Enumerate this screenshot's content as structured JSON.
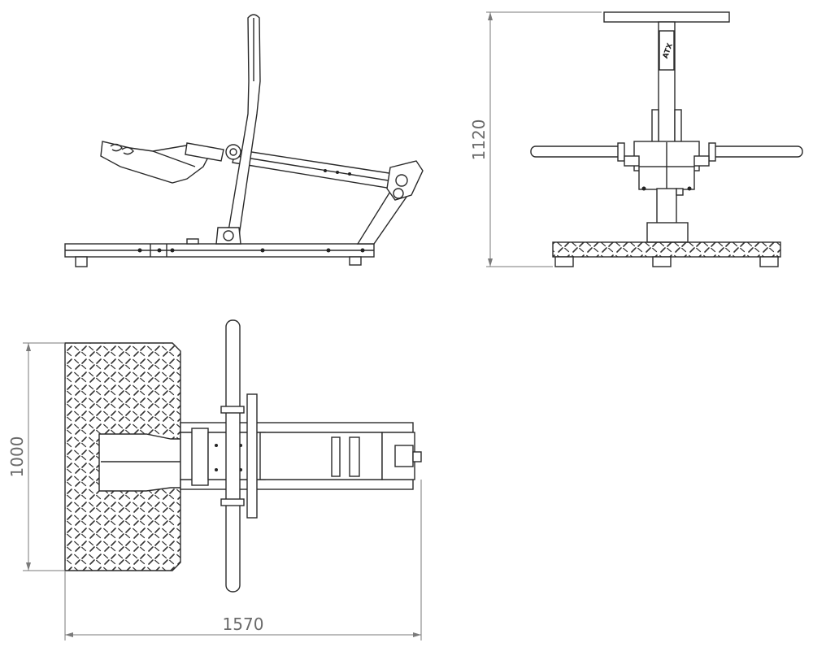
{
  "dimensions": {
    "height": "1120",
    "depth": "1000",
    "length": "1570"
  },
  "brand": {
    "logo_text": "ATX"
  },
  "colors": {
    "line": "#2a2a2a",
    "dimension_line": "#7a7a7a",
    "dimension_text": "#6a6a6a",
    "background": "#ffffff"
  }
}
